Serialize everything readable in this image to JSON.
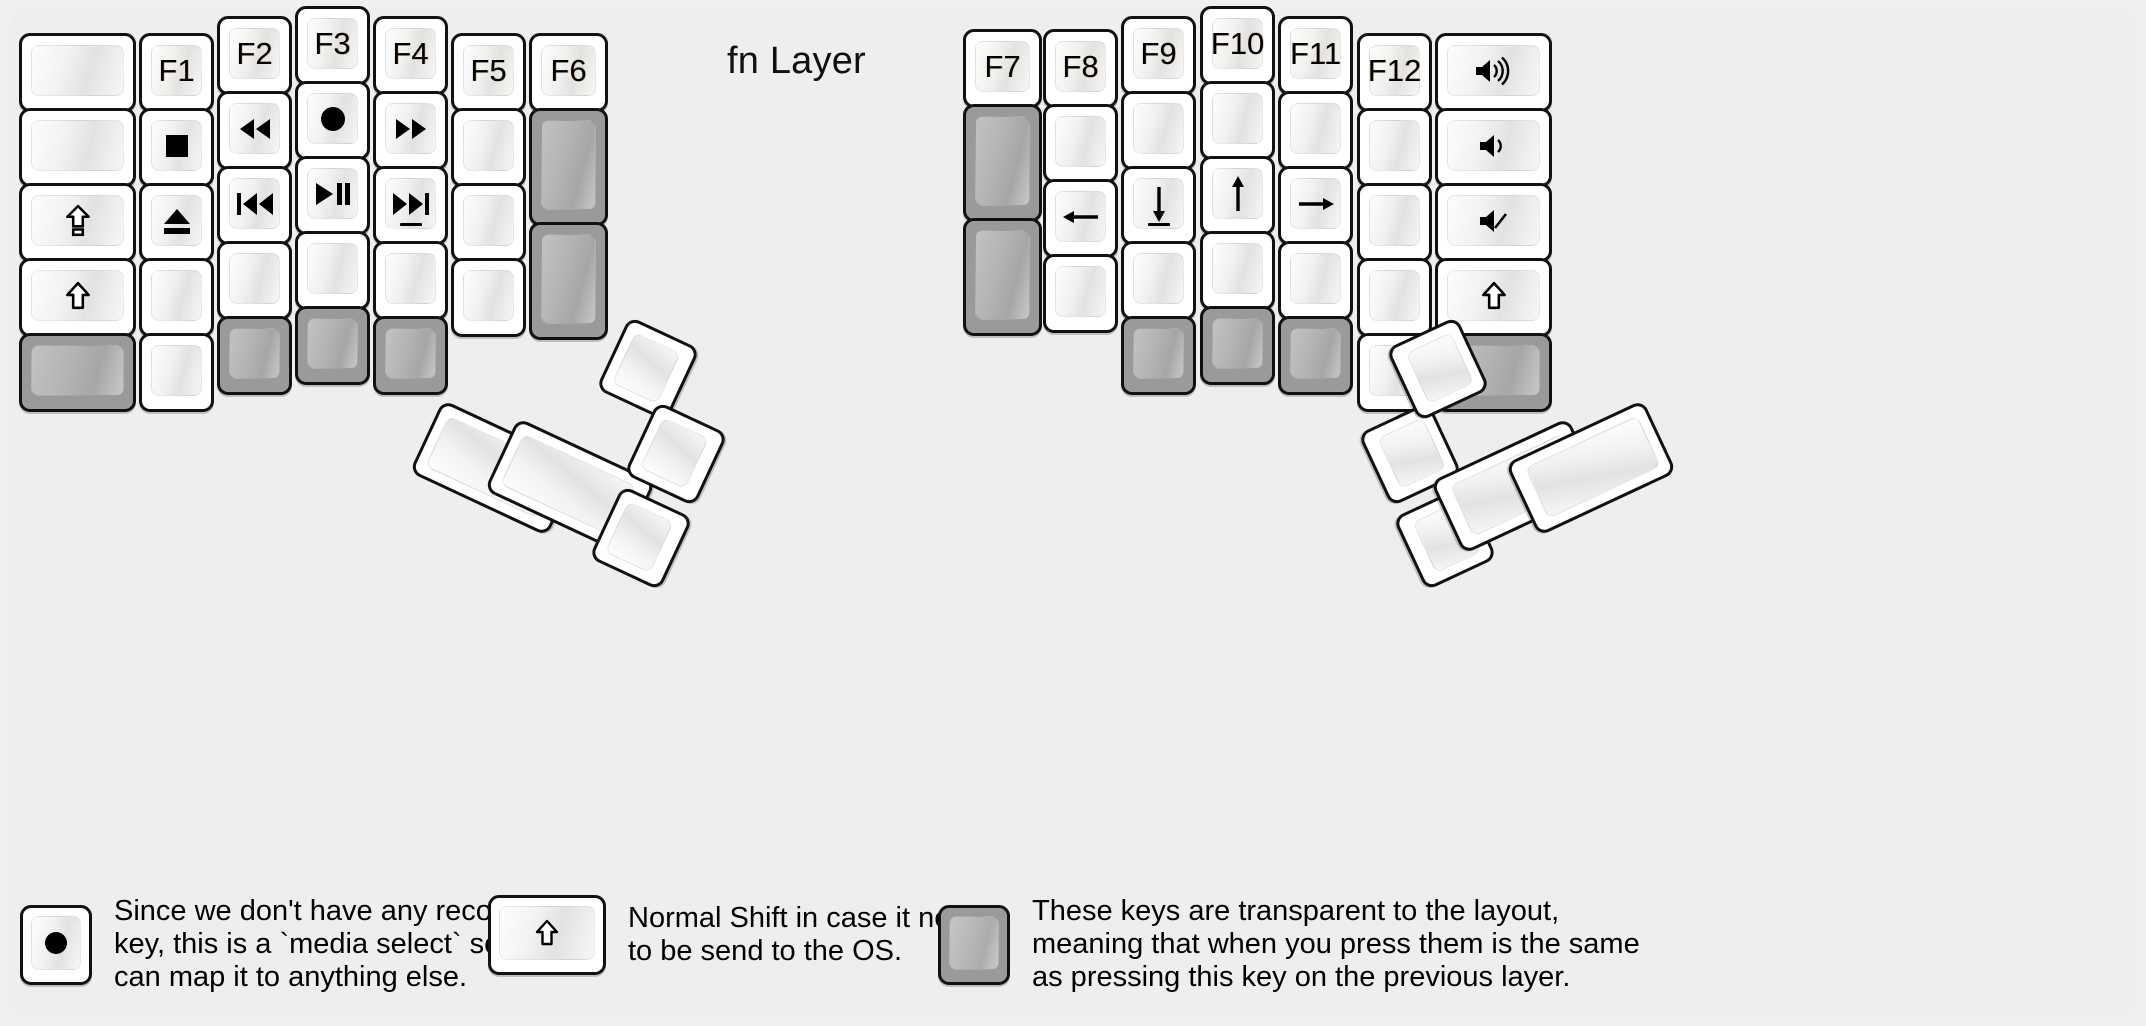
{
  "title": "fn Layer",
  "theme": {
    "background": "#eeeeec",
    "key_face": "#ffffff",
    "key_transparent": "#9a9a9a",
    "outline": "#111111",
    "text": "#000000"
  },
  "legend": [
    {
      "key_glyph": "record-dot",
      "key_style": "normal",
      "text": "Since we don't have any recording\nkey, this is a `media select` so user\ncan map it to anything else."
    },
    {
      "key_glyph": "shift-arrow",
      "key_style": "normal",
      "text": "Normal Shift in case it needs\nto be send to the OS."
    },
    {
      "key_glyph": "",
      "key_style": "transparent",
      "text": "These keys are transparent to the layout,\nmeaning that when you press them is the same\nas pressing this key on the previous layer."
    }
  ],
  "left_half": {
    "columns": [
      {
        "name": "pinky-outer",
        "keys": [
          {
            "label": "",
            "glyph": "",
            "style": "normal"
          },
          {
            "label": "",
            "glyph": "",
            "style": "normal"
          },
          {
            "label": "",
            "glyph": "caps-lock",
            "style": "normal"
          },
          {
            "label": "",
            "glyph": "shift-arrow",
            "style": "normal"
          },
          {
            "label": "",
            "glyph": "",
            "style": "transparent"
          }
        ]
      },
      {
        "name": "pinky",
        "keys": [
          {
            "label": "F1",
            "glyph": "",
            "style": "normal"
          },
          {
            "label": "",
            "glyph": "media-stop",
            "style": "normal"
          },
          {
            "label": "",
            "glyph": "eject",
            "style": "normal"
          },
          {
            "label": "",
            "glyph": "",
            "style": "normal"
          },
          {
            "label": "",
            "glyph": "",
            "style": "normal"
          }
        ]
      },
      {
        "name": "ring",
        "keys": [
          {
            "label": "F2",
            "glyph": "",
            "style": "normal"
          },
          {
            "label": "",
            "glyph": "rewind",
            "style": "normal"
          },
          {
            "label": "",
            "glyph": "prev-track",
            "style": "normal"
          },
          {
            "label": "",
            "glyph": "",
            "style": "normal"
          },
          {
            "label": "",
            "glyph": "",
            "style": "transparent"
          }
        ]
      },
      {
        "name": "middle",
        "keys": [
          {
            "label": "F3",
            "glyph": "",
            "style": "normal"
          },
          {
            "label": "",
            "glyph": "record-dot",
            "style": "normal"
          },
          {
            "label": "",
            "glyph": "play-pause",
            "style": "normal"
          },
          {
            "label": "",
            "glyph": "",
            "style": "normal"
          },
          {
            "label": "",
            "glyph": "",
            "style": "transparent"
          }
        ]
      },
      {
        "name": "index",
        "keys": [
          {
            "label": "F4",
            "glyph": "",
            "style": "normal"
          },
          {
            "label": "",
            "glyph": "fast-forward",
            "style": "normal"
          },
          {
            "label": "",
            "glyph": "next-track",
            "style": "normal",
            "homing": true
          },
          {
            "label": "",
            "glyph": "",
            "style": "normal"
          },
          {
            "label": "",
            "glyph": "",
            "style": "transparent"
          }
        ]
      },
      {
        "name": "index-inner",
        "keys": [
          {
            "label": "F5",
            "glyph": "",
            "style": "normal"
          },
          {
            "label": "",
            "glyph": "",
            "style": "normal"
          },
          {
            "label": "",
            "glyph": "",
            "style": "normal"
          },
          {
            "label": "",
            "glyph": "",
            "style": "normal"
          }
        ]
      },
      {
        "name": "inner-extra",
        "keys": [
          {
            "label": "F6",
            "glyph": "",
            "style": "normal"
          },
          {
            "label": "",
            "glyph": "",
            "style": "transparent"
          },
          {
            "label": "",
            "glyph": "",
            "style": "transparent"
          }
        ]
      }
    ],
    "thumb_cluster": [
      {
        "name": "thumb-big-outer",
        "glyph": "",
        "style": "normal"
      },
      {
        "name": "thumb-big-inner",
        "glyph": "",
        "style": "normal"
      },
      {
        "name": "thumb-small-top",
        "glyph": "",
        "style": "normal"
      },
      {
        "name": "thumb-small-mid",
        "glyph": "",
        "style": "normal"
      },
      {
        "name": "thumb-small-bottom",
        "glyph": "",
        "style": "normal"
      }
    ]
  },
  "right_half": {
    "columns": [
      {
        "name": "inner-extra",
        "keys": [
          {
            "label": "F7",
            "glyph": "",
            "style": "normal"
          },
          {
            "label": "",
            "glyph": "",
            "style": "transparent"
          },
          {
            "label": "",
            "glyph": "",
            "style": "transparent"
          }
        ]
      },
      {
        "name": "index-inner",
        "keys": [
          {
            "label": "F8",
            "glyph": "",
            "style": "normal"
          },
          {
            "label": "",
            "glyph": "",
            "style": "normal"
          },
          {
            "label": "",
            "glyph": "arrow-left",
            "style": "normal"
          },
          {
            "label": "",
            "glyph": "",
            "style": "normal"
          }
        ]
      },
      {
        "name": "index",
        "keys": [
          {
            "label": "F9",
            "glyph": "",
            "style": "normal"
          },
          {
            "label": "",
            "glyph": "",
            "style": "normal"
          },
          {
            "label": "",
            "glyph": "arrow-down",
            "style": "normal",
            "homing": true
          },
          {
            "label": "",
            "glyph": "",
            "style": "normal"
          },
          {
            "label": "",
            "glyph": "",
            "style": "transparent"
          }
        ]
      },
      {
        "name": "middle",
        "keys": [
          {
            "label": "F10",
            "glyph": "",
            "style": "normal"
          },
          {
            "label": "",
            "glyph": "",
            "style": "normal"
          },
          {
            "label": "",
            "glyph": "arrow-up",
            "style": "normal"
          },
          {
            "label": "",
            "glyph": "",
            "style": "normal"
          },
          {
            "label": "",
            "glyph": "",
            "style": "transparent"
          }
        ]
      },
      {
        "name": "ring",
        "keys": [
          {
            "label": "F11",
            "glyph": "",
            "style": "normal"
          },
          {
            "label": "",
            "glyph": "",
            "style": "normal"
          },
          {
            "label": "",
            "glyph": "arrow-right",
            "style": "normal"
          },
          {
            "label": "",
            "glyph": "",
            "style": "normal"
          },
          {
            "label": "",
            "glyph": "",
            "style": "transparent"
          }
        ]
      },
      {
        "name": "pinky",
        "keys": [
          {
            "label": "F12",
            "glyph": "",
            "style": "normal"
          },
          {
            "label": "",
            "glyph": "",
            "style": "normal"
          },
          {
            "label": "",
            "glyph": "",
            "style": "normal"
          },
          {
            "label": "",
            "glyph": "",
            "style": "normal"
          },
          {
            "label": "",
            "glyph": "",
            "style": "normal"
          }
        ]
      },
      {
        "name": "pinky-outer",
        "keys": [
          {
            "label": "",
            "glyph": "volume-up",
            "style": "normal"
          },
          {
            "label": "",
            "glyph": "volume-down",
            "style": "normal"
          },
          {
            "label": "",
            "glyph": "volume-mute",
            "style": "normal"
          },
          {
            "label": "",
            "glyph": "shift-arrow",
            "style": "normal"
          },
          {
            "label": "",
            "glyph": "",
            "style": "transparent"
          }
        ]
      }
    ],
    "thumb_cluster": [
      {
        "name": "thumb-small-top",
        "glyph": "",
        "style": "normal"
      },
      {
        "name": "thumb-small-mid",
        "glyph": "",
        "style": "normal"
      },
      {
        "name": "thumb-small-bottom",
        "glyph": "",
        "style": "normal"
      },
      {
        "name": "thumb-big-inner",
        "glyph": "",
        "style": "normal"
      },
      {
        "name": "thumb-big-outer",
        "glyph": "",
        "style": "normal"
      }
    ]
  },
  "geometry": {
    "unit": 79,
    "gap": 4,
    "left_columns_x": [
      19,
      136,
      213,
      292,
      371,
      452,
      531
    ],
    "left_columns_y": [
      33,
      33,
      16,
      6,
      16,
      33,
      33
    ],
    "left_wide_col0": 117,
    "right_columns_x": [
      963,
      1043,
      1121,
      1200,
      1278,
      1357,
      1457
    ],
    "right_columns_y": [
      29,
      29,
      16,
      6,
      16,
      29,
      36
    ]
  }
}
